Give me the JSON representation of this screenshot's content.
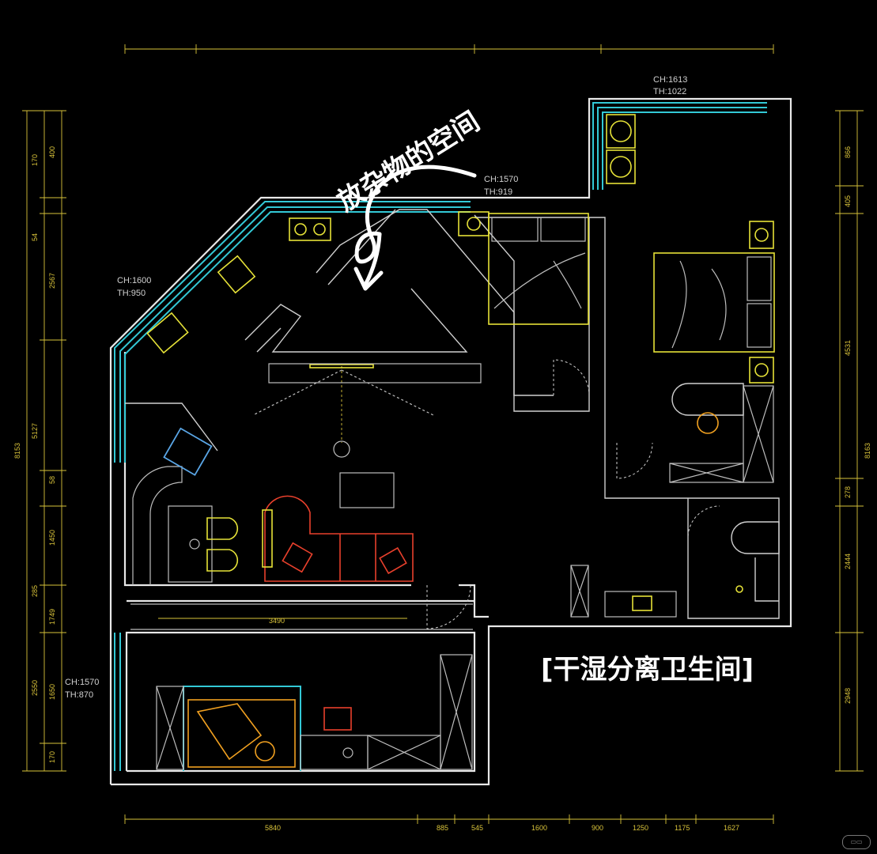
{
  "annotations": {
    "storage_note": "放杂物的空间",
    "bathroom_note": "[干湿分离卫生间]"
  },
  "ceiling_labels": [
    {
      "ch": "CH:1613",
      "th": "TH:1022"
    },
    {
      "ch": "CH:1600",
      "th": "TH:950"
    },
    {
      "ch": "CH:1570",
      "th": "TH:919"
    },
    {
      "ch": "CH:1570",
      "th": "TH:870"
    }
  ],
  "inner_label": "3490",
  "dims_left": [
    "170",
    "54",
    "2567",
    "5127",
    "58",
    "1450",
    "285",
    "2550",
    "170",
    "8153",
    "1650",
    "1749",
    "400"
  ],
  "dims_right": [
    "866",
    "405",
    "4531",
    "278",
    "2444",
    "2948",
    "8163"
  ],
  "dims_bottom": [
    "5840",
    "885",
    "545",
    "1600",
    "900",
    "1250",
    "1175",
    "1627"
  ],
  "colors": {
    "wall": "#e8e8e8",
    "cabinet": "#33c9d6",
    "furniture": "#e6e238",
    "sofa": "#e8402c",
    "rug": "#f0a020"
  },
  "watermark_icon": "rednote-watermark-icon"
}
